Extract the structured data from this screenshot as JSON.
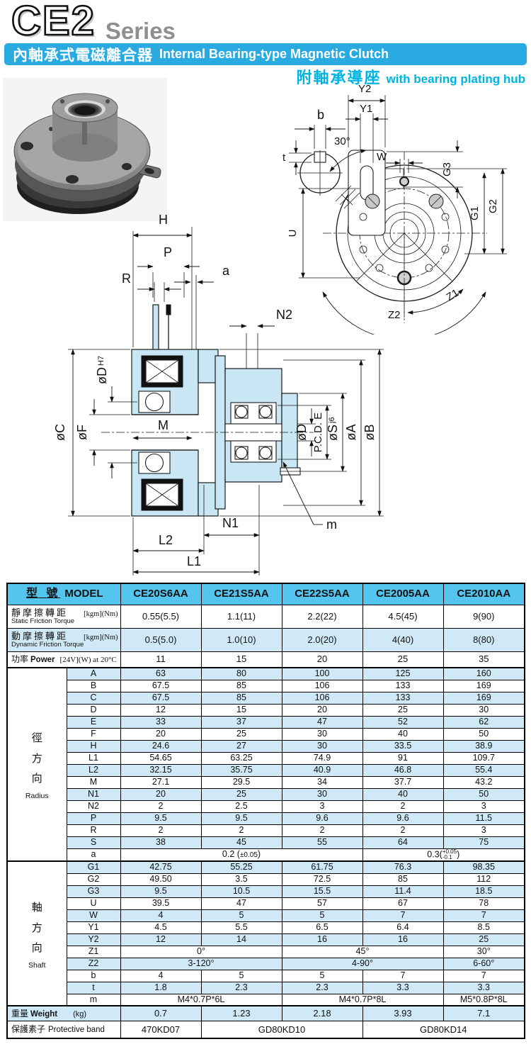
{
  "header": {
    "logo": "CE2",
    "series": "Series",
    "banner_zh": "內軸承式電磁離合器",
    "banner_en": "Internal Bearing-type Magnetic Clutch",
    "sub_zh": "附軸承導座",
    "sub_en": "with bearing plating hub"
  },
  "colors": {
    "banner": "#29abe2",
    "accent_cyan": "#00b4e2",
    "table_header_bg": "#54c5ee",
    "row_alt_bg": "#cfe9f7",
    "drawing_fill": "#c9e6f4"
  },
  "diagram": {
    "cs": {
      "h": "H",
      "p": "P",
      "r": "R",
      "a": "a",
      "n2": "N2",
      "dC": "øC",
      "dF": "øF",
      "dD_main": "øD",
      "dD_sub": "H7",
      "m_dim": "M",
      "dD": "øD",
      "pcdE": "P.C.D. E",
      "dS_main": "øS",
      "dS_sub": "j6",
      "dA": "øA",
      "dB": "øB",
      "n1": "N1",
      "l2": "L2",
      "l1": "L1",
      "m": "m"
    },
    "fv": {
      "y2": "Y2",
      "y1": "Y1",
      "b": "b",
      "t": "t",
      "deg30": "30°",
      "w": "W",
      "g3": "G3",
      "g1": "G1",
      "g2": "G2",
      "u": "U",
      "z1": "Z1",
      "z2": "Z2"
    }
  },
  "table": {
    "model_label_zh": "型 號",
    "model_label_en": "MODEL",
    "models": [
      "CE20S6AA",
      "CE21S5AA",
      "CE22S5AA",
      "CE2005AA",
      "CE2010AA"
    ],
    "spec_rows": [
      {
        "zh": "靜摩擦轉距",
        "en": "Static Friction Torque",
        "unit": "[kgm](Nm)",
        "cells": [
          "0.55(5.5)",
          "1.1(11)",
          "2.2(22)",
          "4.5(45)",
          "9(90)"
        ]
      },
      {
        "zh": "動摩擦轉距",
        "en": "Dynamic Friction Torque",
        "unit": "[kgm](Nm)",
        "cells": [
          "0.5(5.0)",
          "1.0(10)",
          "2.0(20)",
          "4(40)",
          "8(80)"
        ]
      }
    ],
    "power_row": {
      "zh": "功率",
      "en": "Power",
      "unit": "[24V](W) at 20°C",
      "cells": [
        "11",
        "15",
        "20",
        "25",
        "35"
      ]
    },
    "groups": [
      {
        "zh": "徑方向",
        "en": "Radius",
        "rows": [
          {
            "key": "A",
            "cells": [
              "63",
              "80",
              "100",
              "125",
              "160"
            ]
          },
          {
            "key": "B",
            "cells": [
              "67.5",
              "85",
              "106",
              "133",
              "169"
            ]
          },
          {
            "key": "C",
            "cells": [
              "67.5",
              "85",
              "106",
              "133",
              "169"
            ]
          },
          {
            "key": "D",
            "cells": [
              "12",
              "15",
              "20",
              "25",
              "30"
            ]
          },
          {
            "key": "E",
            "cells": [
              "33",
              "37",
              "47",
              "52",
              "62"
            ]
          },
          {
            "key": "F",
            "cells": [
              "20",
              "25",
              "30",
              "40",
              "50"
            ]
          },
          {
            "key": "H",
            "cells": [
              "24.6",
              "27",
              "30",
              "33.5",
              "38.9"
            ]
          },
          {
            "key": "L1",
            "cells": [
              "54.65",
              "63.25",
              "74.9",
              "91",
              "109.7"
            ]
          },
          {
            "key": "L2",
            "cells": [
              "32.15",
              "35.75",
              "40.9",
              "46.8",
              "55.4"
            ]
          },
          {
            "key": "M",
            "cells": [
              "27.1",
              "29.5",
              "34",
              "37.7",
              "43.2"
            ]
          },
          {
            "key": "N1",
            "cells": [
              "20",
              "25",
              "30",
              "40",
              "50"
            ]
          },
          {
            "key": "N2",
            "cells": [
              "2",
              "2.5",
              "3",
              "2",
              "3"
            ]
          },
          {
            "key": "P",
            "cells": [
              "9.5",
              "9.5",
              "9.6",
              "9.6",
              "11.5"
            ]
          },
          {
            "key": "R",
            "cells": [
              "2",
              "2",
              "2",
              "2",
              "3"
            ]
          },
          {
            "key": "S",
            "cells": [
              "38",
              "45",
              "55",
              "64",
              "75"
            ]
          },
          {
            "key": "a",
            "cells": [
              {
                "pre": "0.2 (",
                "small": "±0.05",
                "post": ")",
                "span": 3
              },
              {
                "pre": "0.3(",
                "tol_top": "+0.05",
                "tol_bot": "-0.1",
                "post": ")",
                "span": 2
              }
            ]
          }
        ]
      },
      {
        "zh": "軸方向",
        "en": "Shaft",
        "rows": [
          {
            "key": "G1",
            "cells": [
              "42.75",
              "55.25",
              "61.75",
              "76.3",
              "98.35"
            ]
          },
          {
            "key": "G2",
            "cells": [
              "49.50",
              "3.5",
              "72.5",
              "85",
              "112"
            ]
          },
          {
            "key": "G3",
            "cells": [
              "9.5",
              "10.5",
              "15.5",
              "11.4",
              "18.5"
            ]
          },
          {
            "key": "U",
            "cells": [
              "39.5",
              "47",
              "57",
              "67",
              "78"
            ]
          },
          {
            "key": "W",
            "cells": [
              "4",
              "5",
              "5",
              "7",
              "7"
            ]
          },
          {
            "key": "Y1",
            "cells": [
              "4.5",
              "5.5",
              "6.5",
              "6.4",
              "8.5"
            ]
          },
          {
            "key": "Y2",
            "cells": [
              "12",
              "14",
              "16",
              "16",
              "25"
            ]
          },
          {
            "key": "Z1",
            "cells": [
              {
                "text": "0°",
                "span": 2
              },
              {
                "text": "45°",
                "span": 2
              },
              {
                "text": "30°",
                "span": 1
              }
            ]
          },
          {
            "key": "Z2",
            "cells": [
              {
                "text": "3-120°",
                "span": 2
              },
              {
                "text": "4-90°",
                "span": 2
              },
              {
                "text": "6-60°",
                "span": 1
              }
            ]
          },
          {
            "key": "b",
            "cells": [
              "4",
              "5",
              "5",
              "7",
              "7"
            ]
          },
          {
            "key": "t",
            "cells": [
              "1.8",
              "2.3",
              "2.3",
              "3.3",
              "3.3"
            ]
          },
          {
            "key": "m",
            "cells": [
              {
                "text": "M4*0.7P*6L",
                "span": 2
              },
              {
                "text": "M4*0.7P*8L",
                "span": 2
              },
              {
                "text": "M5*0.8P*8L",
                "span": 1
              }
            ]
          }
        ]
      }
    ],
    "weight_row": {
      "zh": "重量",
      "en": "Weight",
      "unit": "(kg)",
      "cells": [
        "0.7",
        "1.23",
        "2.18",
        "3.93",
        "7.1"
      ]
    },
    "protective_row": {
      "zh": "保護素子",
      "en": "Protective band",
      "cells": [
        {
          "text": "470KD07",
          "span": 1
        },
        {
          "text": "GD80KD10",
          "span": 2
        },
        {
          "text": "GD80KD14",
          "span": 2
        }
      ]
    }
  }
}
